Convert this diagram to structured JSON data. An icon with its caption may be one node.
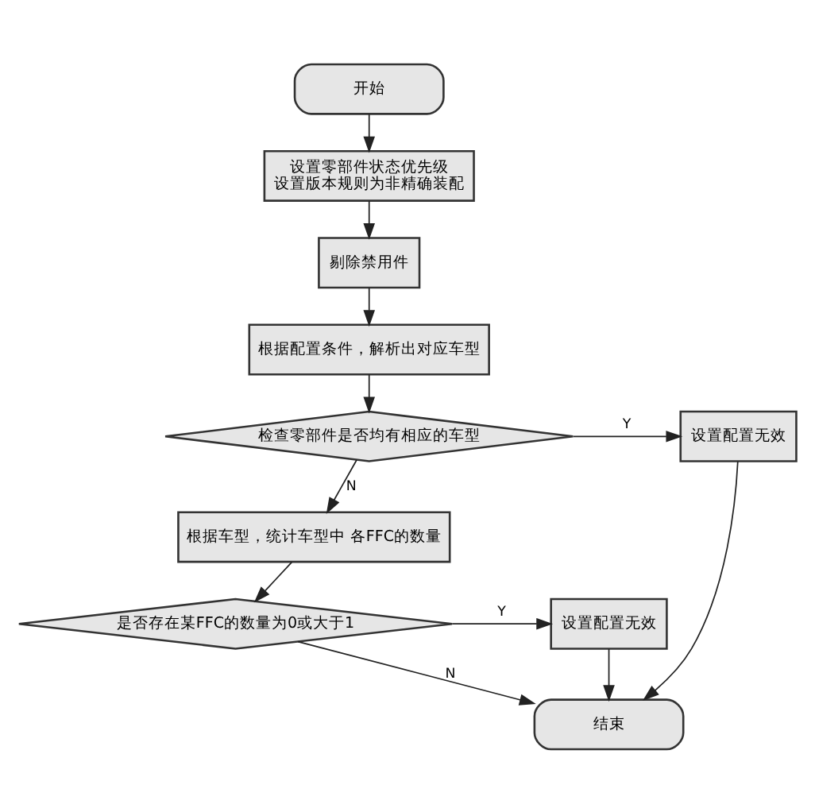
{
  "diagram": {
    "nodes": [
      {
        "text": [
          "开始"
        ]
      },
      {
        "text": [
          "设置零部件状态优先级",
          "设置版本规则为非精确装配"
        ]
      },
      {
        "text": [
          "剔除禁用件"
        ]
      },
      {
        "text": [
          "根据配置条件，解析出对应车型"
        ]
      },
      {
        "text": [
          "检查零部件是否均有相应的车型"
        ]
      },
      {
        "text": [
          "设置配置无效"
        ]
      },
      {
        "text": [
          "根据车型，统计车型中 各FFC的数量"
        ]
      },
      {
        "text": [
          "是否存在某FFC的数量为0或大于1"
        ]
      },
      {
        "text": [
          "设置配置无效"
        ]
      },
      {
        "text": [
          "结束"
        ]
      }
    ],
    "edges": [
      {
        "from": 0,
        "to": 1,
        "arrow": "to"
      },
      {
        "from": 1,
        "to": 2,
        "arrow": "to"
      },
      {
        "from": 2,
        "to": 3,
        "arrow": "to"
      },
      {
        "from": 3,
        "to": 4,
        "arrow": "to"
      },
      {
        "from": 4,
        "to": 5,
        "arrow": "to",
        "label": "Y"
      },
      {
        "from": 4,
        "to": 6,
        "arrow": "to",
        "label": "N"
      },
      {
        "from": 6,
        "to": 7,
        "arrow": "to"
      },
      {
        "from": 7,
        "to": 8,
        "arrow": "to",
        "label": "Y"
      },
      {
        "from": 7,
        "to": 9,
        "arrow": "to",
        "label": "N"
      },
      {
        "from": 5,
        "to": 9,
        "arrow": "to"
      },
      {
        "from": 8,
        "to": 9,
        "arrow": "to"
      }
    ]
  }
}
